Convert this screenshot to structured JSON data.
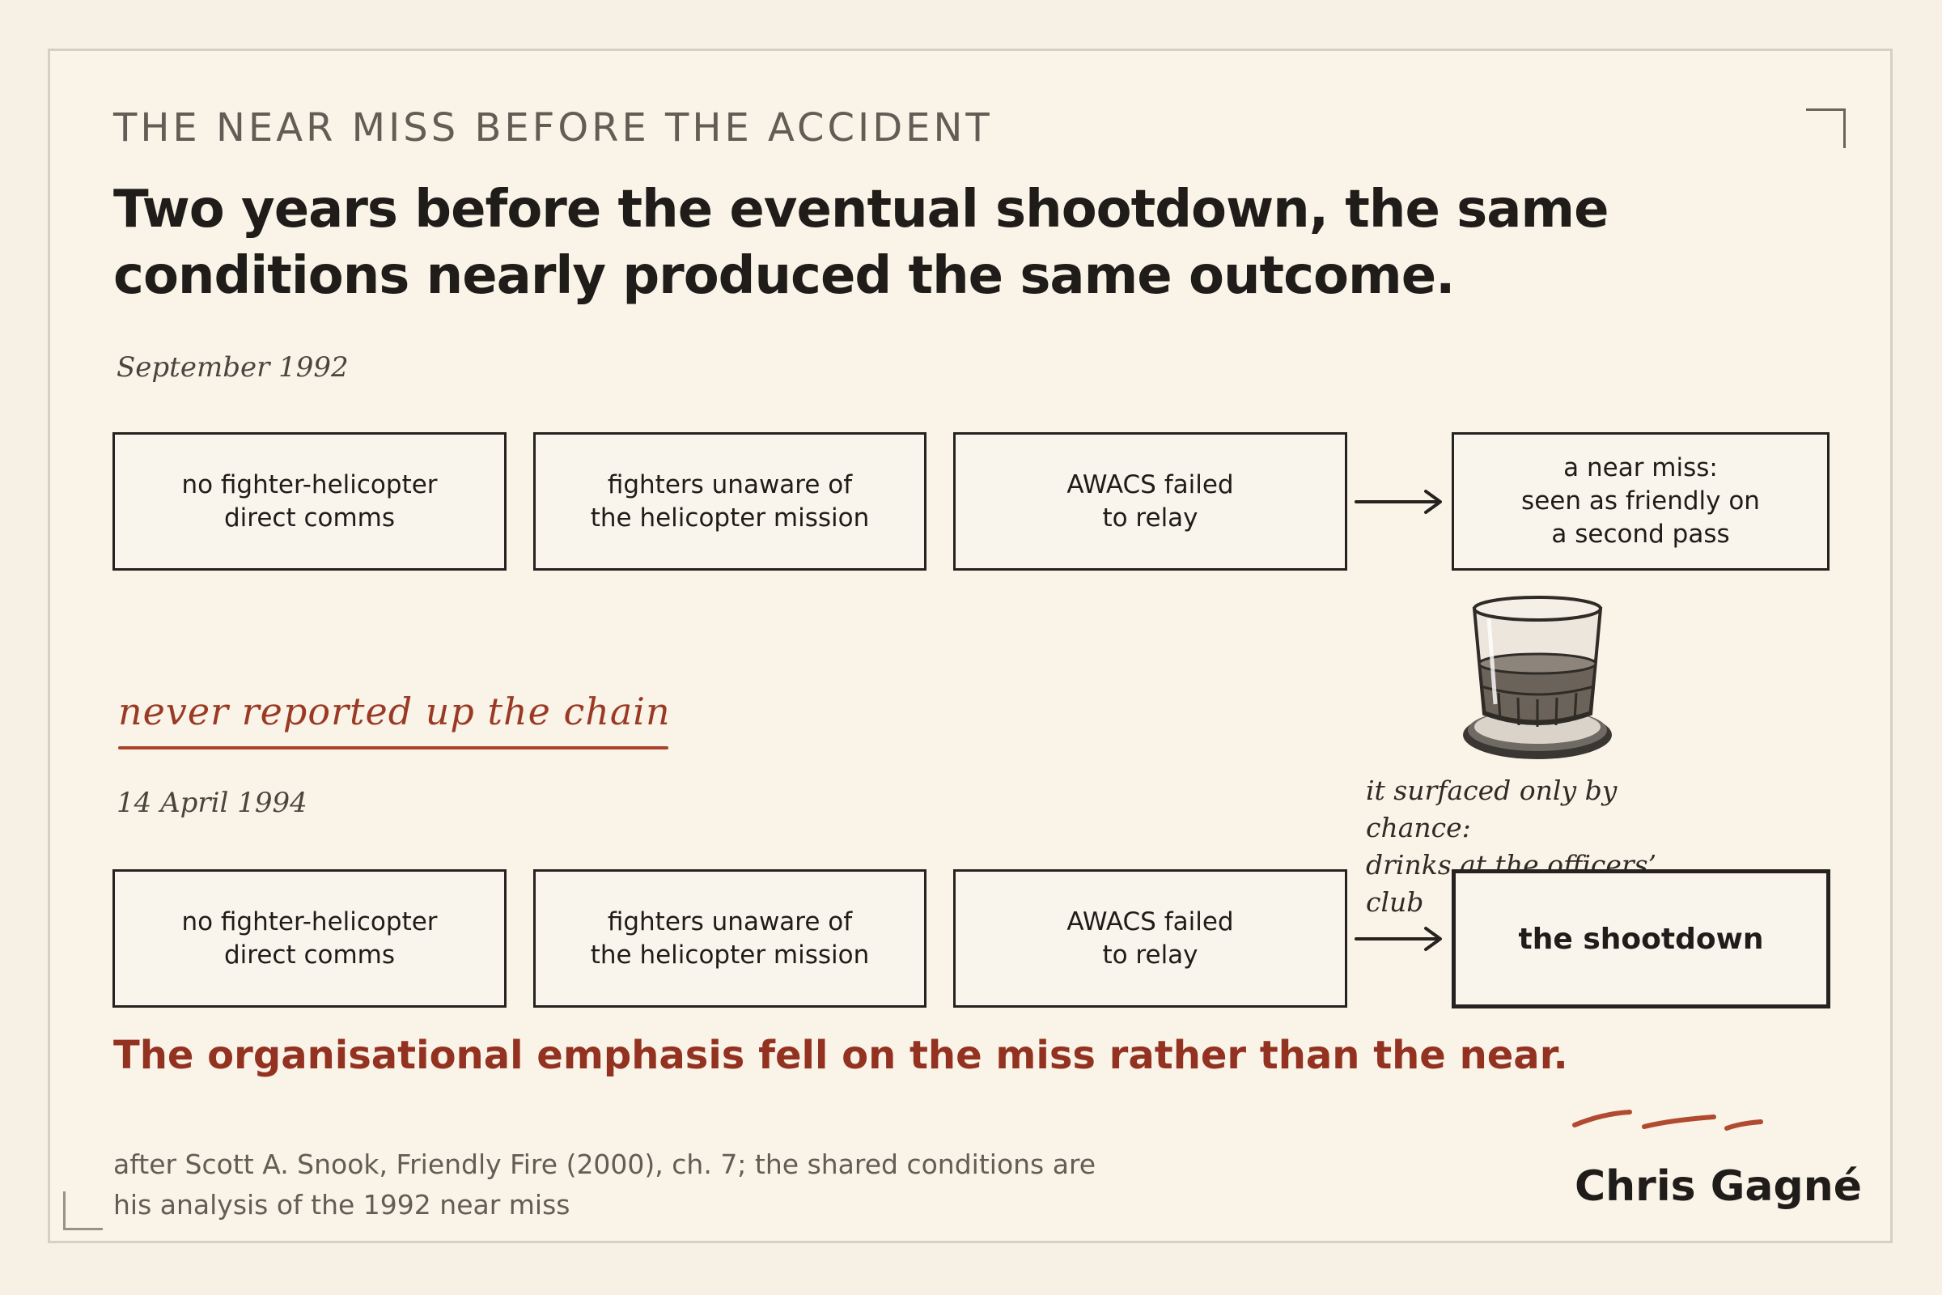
{
  "kicker": "THE NEAR MISS BEFORE THE ACCIDENT",
  "headline": {
    "line1": "Two years before the eventual shootdown, the same",
    "line2": "conditions nearly produced the same outcome."
  },
  "timeline_1992": {
    "date": "September 1992",
    "conditions": [
      {
        "line1": "no fighter-helicopter",
        "line2": "direct comms"
      },
      {
        "line1": "fighters unaware of",
        "line2": "the helicopter mission"
      },
      {
        "line1": "AWACS failed",
        "line2": "to relay"
      }
    ],
    "outcome": {
      "line1": "a near miss:",
      "line2": "seen as friendly on",
      "line3": "a second pass"
    }
  },
  "annotation": {
    "not_reported": "never reported up the chain",
    "chance_line1": "it surfaced only by chance:",
    "chance_line2": "drinks at the officers’ club",
    "accent_color": "#9b3a24",
    "icon": "whisky-glass-icon"
  },
  "timeline_1994": {
    "date": "14 April 1994",
    "conditions": [
      {
        "line1": "no fighter-helicopter",
        "line2": "direct comms"
      },
      {
        "line1": "fighters unaware of",
        "line2": "the helicopter mission"
      },
      {
        "line1": "AWACS failed",
        "line2": "to relay"
      }
    ],
    "outcome": {
      "line1": "the shootdown"
    }
  },
  "conclusion": "The organisational emphasis fell on the miss rather than the near.",
  "source": {
    "line1": "after Scott A. Snook, Friendly Fire (2000), ch. 7; the shared conditions are",
    "line2": "his analysis of the 1992 near miss"
  },
  "author": "Chris Gagné",
  "colors": {
    "background": "#f6f0e5",
    "card": "#f9f3e8",
    "ink": "#1f1c19",
    "accent": "#933220"
  }
}
